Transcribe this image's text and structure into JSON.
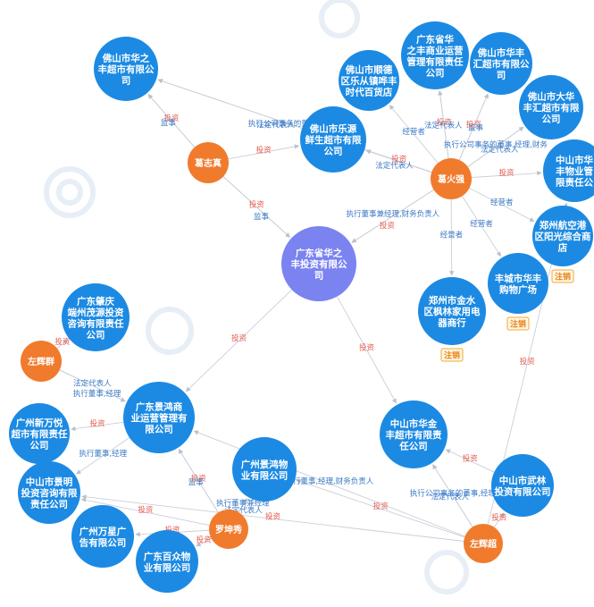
{
  "colors": {
    "company": "#1c8ae3",
    "person": "#f07b2c",
    "center": "#7b83f0",
    "edge_invest": "#e35d4f",
    "edge_role": "#3a78c4",
    "tag": "#e8841a"
  },
  "nodes": [
    {
      "id": "fs_hzcs",
      "type": "company",
      "lines": [
        "佛山市华之",
        "丰超市有限公",
        "司"
      ]
    },
    {
      "id": "fs_sd",
      "type": "company",
      "lines": [
        "佛山市顺德",
        "区乐从镇哗丰",
        "时代百货店"
      ]
    },
    {
      "id": "gd_hzf_sy",
      "type": "company",
      "lines": [
        "广东省华",
        "之丰商业运营",
        "管理有限责任",
        "公司"
      ]
    },
    {
      "id": "fs_hfhc",
      "type": "company",
      "lines": [
        "佛山市华丰",
        "汇超市有限公",
        "司"
      ]
    },
    {
      "id": "fs_dhf",
      "type": "company",
      "lines": [
        "佛山市大华",
        "丰汇超市有限",
        "公司"
      ]
    },
    {
      "id": "fs_ly",
      "type": "company",
      "lines": [
        "佛山市乐源",
        "鲜生超市有限",
        "公司"
      ]
    },
    {
      "id": "zs_hfwy",
      "type": "company",
      "lines": [
        "中山市华",
        "丰物业管",
        "限责任公"
      ]
    },
    {
      "id": "zz_hkg",
      "type": "company",
      "lines": [
        "郑州航空港",
        "区阳光综合商",
        "店"
      ],
      "tag": "注销"
    },
    {
      "id": "gd_center",
      "type": "center",
      "lines": [
        "广东省华之",
        "丰投资有限公",
        "司"
      ]
    },
    {
      "id": "fc_hf",
      "type": "company",
      "lines": [
        "丰城市华丰",
        "购物广场"
      ],
      "tag": "注销"
    },
    {
      "id": "zz_js",
      "type": "company",
      "lines": [
        "郑州市金水",
        "区枫林家用电",
        "器商行"
      ],
      "tag": "注销"
    },
    {
      "id": "gd_zq",
      "type": "company",
      "lines": [
        "广东肇庆",
        "端州茂源投资",
        "咨询有限责任",
        "公司"
      ]
    },
    {
      "id": "gd_jh",
      "type": "company",
      "lines": [
        "广东景鸿商",
        "业运营管理有",
        "限公司"
      ]
    },
    {
      "id": "gz_xwy",
      "type": "company",
      "lines": [
        "广州新万悦",
        "超市有限责任",
        "公司"
      ]
    },
    {
      "id": "zs_jm",
      "type": "company",
      "lines": [
        "中山市景明",
        "投资咨询有限",
        "责任公司"
      ]
    },
    {
      "id": "gz_wxg",
      "type": "company",
      "lines": [
        "广州万星广",
        "告有限公司"
      ]
    },
    {
      "id": "gd_bz",
      "type": "company",
      "lines": [
        "广东百众物",
        "业有限公司"
      ]
    },
    {
      "id": "gz_jhwy",
      "type": "company",
      "lines": [
        "广州景鸿物",
        "业有限公司"
      ]
    },
    {
      "id": "zs_hfcs",
      "type": "company",
      "lines": [
        "中山市华金",
        "丰超市有限责",
        "任公司"
      ]
    },
    {
      "id": "zs_wl",
      "type": "company",
      "lines": [
        "中山市武林",
        "投资有限公司"
      ]
    },
    {
      "id": "p_gzz",
      "type": "person",
      "lines": [
        "葛志真"
      ]
    },
    {
      "id": "p_ghq",
      "type": "person",
      "lines": [
        "葛火强"
      ]
    },
    {
      "id": "p_zhq",
      "type": "person",
      "lines": [
        "左辉群"
      ]
    },
    {
      "id": "p_lkx",
      "type": "person",
      "lines": [
        "罗坤秀"
      ]
    },
    {
      "id": "p_zhc",
      "type": "person",
      "lines": [
        "左辉超"
      ]
    }
  ],
  "edges": [
    {
      "from": "p_gzz",
      "to": "fs_hzcs",
      "label": "投资",
      "kind": "invest"
    },
    {
      "from": "p_gzz",
      "to": "fs_hzcs",
      "label": "监事",
      "kind": "role"
    },
    {
      "from": "p_gzz",
      "to": "fs_ly",
      "label": "投资",
      "kind": "invest"
    },
    {
      "from": "p_gzz",
      "to": "gd_center",
      "label": "投资",
      "kind": "invest"
    },
    {
      "from": "p_gzz",
      "to": "gd_center",
      "label": "监事",
      "kind": "role"
    },
    {
      "from": "p_ghq",
      "to": "fs_hzcs",
      "label": "执行公司事务的董事,财务负",
      "kind": "role"
    },
    {
      "from": "p_ghq",
      "to": "fs_hzcs",
      "label": "法定代表人",
      "kind": "role"
    },
    {
      "from": "p_ghq",
      "to": "fs_ly",
      "label": "投资",
      "kind": "invest"
    },
    {
      "from": "p_ghq",
      "to": "fs_ly",
      "label": "法定代表人",
      "kind": "role"
    },
    {
      "from": "p_ghq",
      "to": "fs_sd",
      "label": "经营者",
      "kind": "role"
    },
    {
      "from": "p_ghq",
      "to": "gd_hzf_sy",
      "label": "投资",
      "kind": "invest"
    },
    {
      "from": "p_ghq",
      "to": "gd_hzf_sy",
      "label": "法定代表人",
      "kind": "role"
    },
    {
      "from": "p_ghq",
      "to": "fs_hfhc",
      "label": "投资",
      "kind": "invest"
    },
    {
      "from": "p_ghq",
      "to": "fs_hfhc",
      "label": "监事",
      "kind": "role"
    },
    {
      "from": "p_ghq",
      "to": "fs_dhf",
      "label": "执行公司事务的董事,经理,财务",
      "kind": "role"
    },
    {
      "from": "p_ghq",
      "to": "fs_dhf",
      "label": "法定代表人",
      "kind": "role"
    },
    {
      "from": "p_ghq",
      "to": "zs_hfwy",
      "label": "投资",
      "kind": "invest"
    },
    {
      "from": "p_ghq",
      "to": "zz_hkg",
      "label": "经营者",
      "kind": "role"
    },
    {
      "from": "p_ghq",
      "to": "gd_center",
      "label": "执行董事兼经理,财务负责人",
      "kind": "role"
    },
    {
      "from": "p_ghq",
      "to": "gd_center",
      "label": "投资",
      "kind": "invest"
    },
    {
      "from": "p_ghq",
      "to": "zz_js",
      "label": "经营者",
      "kind": "role"
    },
    {
      "from": "p_ghq",
      "to": "fc_hf",
      "label": "经营者",
      "kind": "role"
    },
    {
      "from": "gd_center",
      "to": "gd_jh",
      "label": "投资",
      "kind": "invest"
    },
    {
      "from": "gd_center",
      "to": "zs_hfcs",
      "label": "投资",
      "kind": "invest"
    },
    {
      "from": "p_zhq",
      "to": "gd_zq",
      "label": "投资",
      "kind": "invest"
    },
    {
      "from": "p_zhq",
      "to": "gd_jh",
      "label": "法定代表人",
      "kind": "role"
    },
    {
      "from": "p_zhq",
      "to": "gd_jh",
      "label": "执行董事,经理",
      "kind": "role"
    },
    {
      "from": "gd_jh",
      "to": "gz_xwy",
      "label": "投资",
      "kind": "invest"
    },
    {
      "from": "gd_jh",
      "to": "zs_jm",
      "label": "执行董事,经理",
      "kind": "role"
    },
    {
      "from": "p_lkx",
      "to": "gd_jh",
      "label": "投资",
      "kind": "invest"
    },
    {
      "from": "p_lkx",
      "to": "gd_jh",
      "label": "监事",
      "kind": "role"
    },
    {
      "from": "p_lkx",
      "to": "gz_jhwy",
      "label": "执行董事兼经理",
      "kind": "role"
    },
    {
      "from": "p_lkx",
      "to": "gz_jhwy",
      "label": "法定代表人",
      "kind": "role"
    },
    {
      "from": "p_lkx",
      "to": "zs_jm",
      "label": "投资",
      "kind": "invest"
    },
    {
      "from": "p_lkx",
      "to": "gz_wxg",
      "label": "投资",
      "kind": "invest"
    },
    {
      "from": "p_lkx",
      "to": "gd_bz",
      "label": "投资",
      "kind": "invest"
    },
    {
      "from": "p_zhc",
      "to": "zs_hfcs",
      "label": "执行公司事务的董事,经理",
      "kind": "role"
    },
    {
      "from": "p_zhc",
      "to": "zs_hfcs",
      "label": "法定代表人",
      "kind": "role"
    },
    {
      "from": "p_zhc",
      "to": "zs_wl",
      "label": "投资",
      "kind": "invest"
    },
    {
      "from": "p_zhc",
      "to": "zs_hfwy",
      "label": "投资",
      "kind": "invest"
    },
    {
      "from": "p_zhc",
      "to": "gd_jh",
      "label": "执行董事,经理,财务负责人",
      "kind": "role"
    },
    {
      "from": "p_zhc",
      "to": "gz_jhwy",
      "label": "投资",
      "kind": "invest"
    },
    {
      "from": "zs_wl",
      "to": "zs_hfcs",
      "label": "投资",
      "kind": "invest"
    },
    {
      "from": "p_zhc",
      "to": "zs_jm",
      "label": "投资",
      "kind": "invest"
    }
  ]
}
